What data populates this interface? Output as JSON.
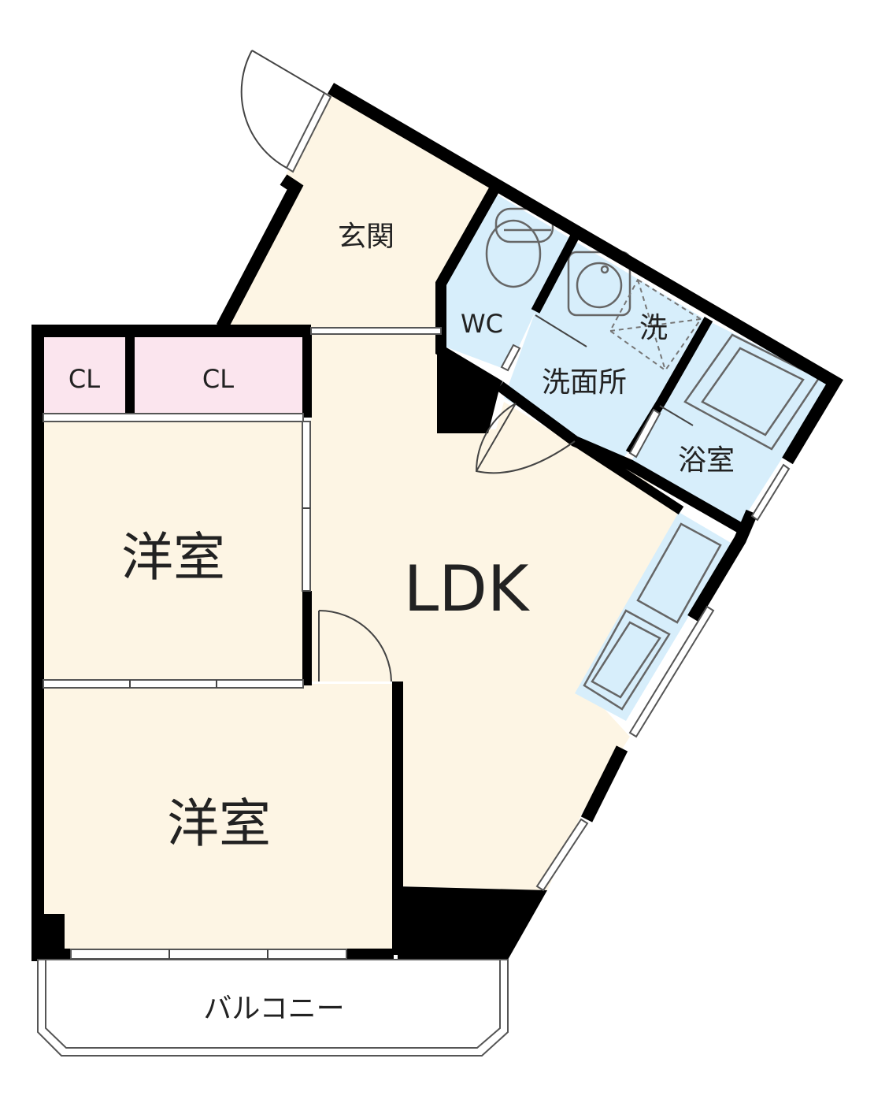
{
  "colors": {
    "living_floor": "#fdf5e4",
    "closet_floor": "#fbe5ee",
    "wet_floor": "#d7eefb",
    "wall": "#000000"
  },
  "rooms": {
    "entrance": "玄関",
    "wc": "WC",
    "washroom": "洗面所",
    "washer": "洗",
    "bath": "浴室",
    "closet_left": "CL",
    "closet_right": "CL",
    "bedroom_upper": "洋室",
    "bedroom_lower": "洋室",
    "ldk": "LDK",
    "balcony": "バルコニー"
  }
}
